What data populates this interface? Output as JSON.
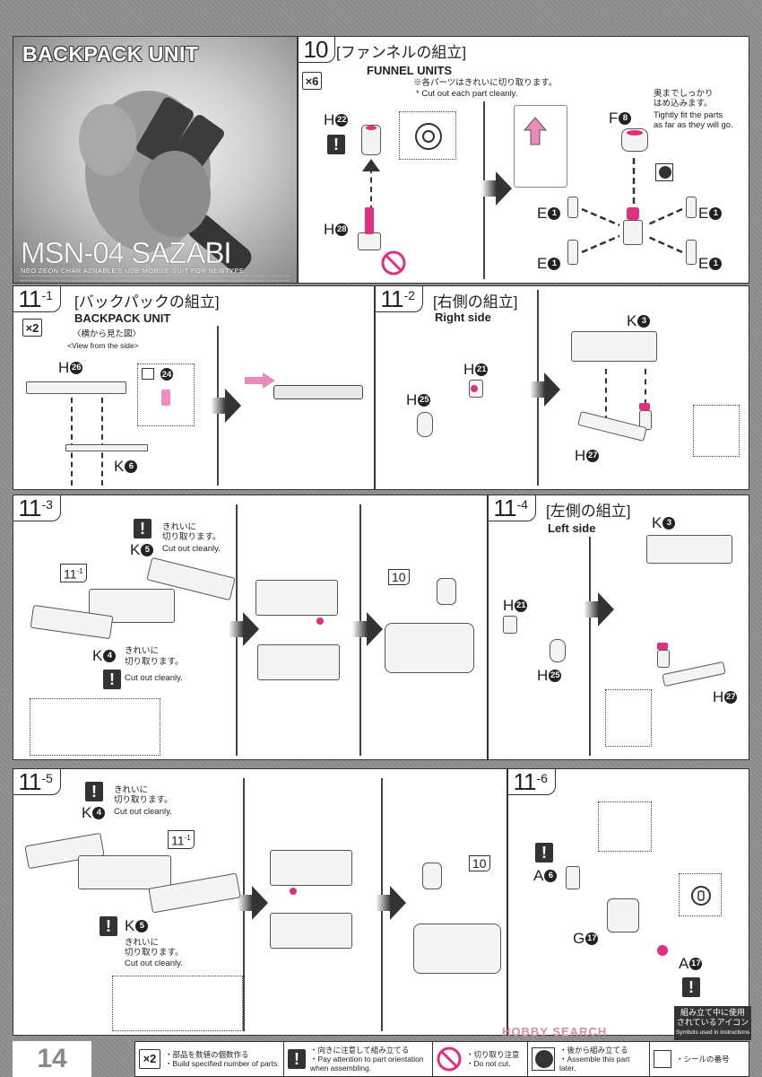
{
  "page": {
    "number": "14"
  },
  "hero": {
    "title": "BACKPACK UNIT",
    "model": "MSN-04 SAZABI",
    "subtitle": "NEO ZEON CHAR AZNABLE'S USE MOBILE SUIT FOR NEWTYPE"
  },
  "steps": [
    {
      "id": "10",
      "sub": "",
      "title_jp": "[ファンネルの組立]",
      "title_en": "FUNNEL UNITS",
      "multiplier": "×6",
      "notes": [
        "※各パーツはきれいに切り取ります。",
        "* Cut out each part cleanly."
      ],
      "callout": [
        "奥までしっかり",
        "はめ込みます。",
        "Tightly fit the parts",
        "as far as they will go."
      ],
      "parts": [
        {
          "runner": "H",
          "num": "22"
        },
        {
          "runner": "H",
          "num": "28"
        },
        {
          "runner": "F",
          "num": "8"
        },
        {
          "runner": "E",
          "num": "1"
        },
        {
          "runner": "E",
          "num": "1"
        },
        {
          "runner": "E",
          "num": "1"
        },
        {
          "runner": "E",
          "num": "1"
        }
      ]
    },
    {
      "id": "11",
      "sub": "-1",
      "title_jp": "[バックパックの組立]",
      "title_en": "BACKPACK UNIT",
      "multiplier": "×2",
      "notes": [
        "〈横から見た図〉",
        "<View from the side>"
      ],
      "parts": [
        {
          "runner": "H",
          "num": "26"
        },
        {
          "runner": "K",
          "num": "6"
        },
        {
          "runner": "",
          "num": "24"
        }
      ]
    },
    {
      "id": "11",
      "sub": "-2",
      "title_jp": "[右側の組立]",
      "title_en": "Right side",
      "parts": [
        {
          "runner": "H",
          "num": "21"
        },
        {
          "runner": "H",
          "num": "25"
        },
        {
          "runner": "K",
          "num": "3"
        },
        {
          "runner": "H",
          "num": "27"
        }
      ]
    },
    {
      "id": "11",
      "sub": "-3",
      "cut_note": [
        "きれいに",
        "切り取ります。",
        "Cut out cleanly."
      ],
      "ref": {
        "id": "11",
        "sub": "-1"
      },
      "ref2": "10",
      "parts": [
        {
          "runner": "K",
          "num": "5"
        },
        {
          "runner": "K",
          "num": "4"
        }
      ]
    },
    {
      "id": "11",
      "sub": "-4",
      "title_jp": "[左側の組立]",
      "title_en": "Left side",
      "parts": [
        {
          "runner": "H",
          "num": "21"
        },
        {
          "runner": "H",
          "num": "25"
        },
        {
          "runner": "K",
          "num": "3"
        },
        {
          "runner": "H",
          "num": "27"
        }
      ]
    },
    {
      "id": "11",
      "sub": "-5",
      "cut_note": [
        "きれいに",
        "切り取ります。",
        "Cut out cleanly."
      ],
      "ref": {
        "id": "11",
        "sub": "-1"
      },
      "ref2": "10",
      "parts": [
        {
          "runner": "K",
          "num": "4"
        },
        {
          "runner": "K",
          "num": "5"
        }
      ]
    },
    {
      "id": "11",
      "sub": "-6",
      "parts": [
        {
          "runner": "A",
          "num": "6"
        },
        {
          "runner": "G",
          "num": "17"
        },
        {
          "runner": "A",
          "num": "17"
        }
      ]
    }
  ],
  "legend": {
    "header_jp": [
      "組み立て中に使用",
      "されているアイコン"
    ],
    "header_en": "Symbols used in instructions",
    "items": [
      {
        "icon": "multiply-icon",
        "symbol": "×2",
        "jp": "・部品を数値の個数作る",
        "en": "・Build specified number of parts."
      },
      {
        "icon": "warning-icon",
        "symbol": "!",
        "jp": "・向きに注意して組み立てる",
        "en": "・Pay attention to part orientation when assembling."
      },
      {
        "icon": "do-not-cut-icon",
        "jp": "・切り取り注意",
        "en": "・Do not cut."
      },
      {
        "icon": "assemble-later-icon",
        "jp": "・後から組み立てる",
        "en": "・Assemble this part later."
      },
      {
        "icon": "sticker-number-icon",
        "jp": "・シールの番号",
        "en": ""
      }
    ]
  },
  "watermark": "HOBBY SEARCH",
  "colors": {
    "accent_pink": "#e0307f",
    "dark": "#333333",
    "page_bg": "#8e8e8e"
  }
}
